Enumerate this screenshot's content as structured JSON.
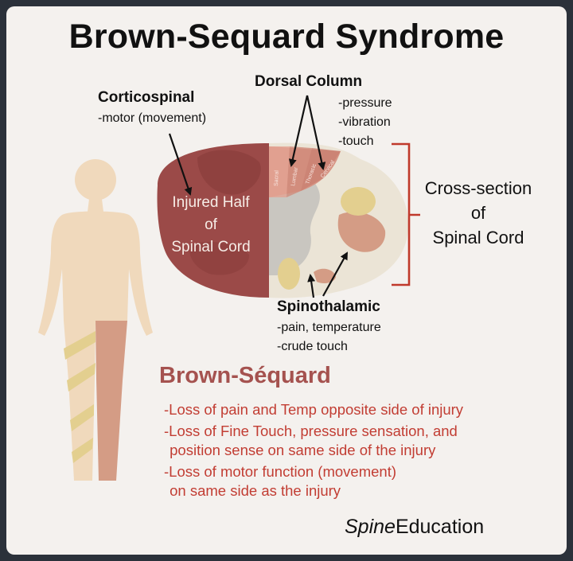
{
  "title": "Brown-Sequard Syndrome",
  "labels": {
    "corticospinal": {
      "heading": "Corticospinal",
      "desc": "-motor (movement)"
    },
    "dorsal_column": {
      "heading": "Dorsal Column",
      "items": [
        "-pressure",
        "-vibration",
        "-touch"
      ]
    },
    "spinothalamic": {
      "heading": "Spinothalamic",
      "items": [
        "-pain, temperature",
        "-crude touch"
      ]
    },
    "injured_half": [
      "Injured Half",
      "of",
      "Spinal Cord"
    ],
    "cross_section": [
      "Cross-section",
      "of",
      "Spinal Cord"
    ],
    "tract_labels": [
      "Sacral",
      "Lumbar",
      "Thoracic",
      "Cervical"
    ]
  },
  "summary": {
    "heading": "Brown-Séquard",
    "lines": [
      "-Loss of pain and Temp opposite side of injury",
      "-Loss of Fine Touch, pressure sensation, and",
      " position sense on same side of the injury",
      "-Loss of motor function (movement)",
      " on same side as the injury"
    ]
  },
  "brand": {
    "italic": "Spine",
    "regular": "Education"
  },
  "colors": {
    "background": "#f4f1ee",
    "injured": "#9b4a48",
    "injured_dark": "#7f3534",
    "grey_matter": "#c9c6c0",
    "white_matter": "#ebe4d6",
    "tract_yellow": "#e3cf8f",
    "body": "#f0d9bc",
    "leg_affected": "#d49c85",
    "heading_red": "#a5524f",
    "text_red": "#c23d33",
    "bracket": "#c0392b"
  }
}
